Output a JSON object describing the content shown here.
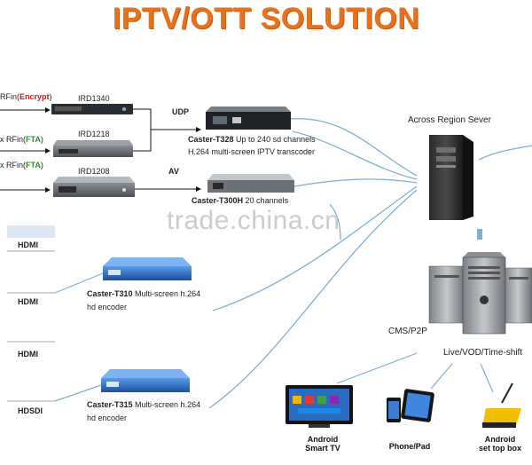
{
  "title": "IPTV/OTT SOLUTION",
  "watermark": "trade.china.cn",
  "inputs": {
    "in1_prefix": "RFin(",
    "in1_tag": "Encrypt",
    "in1_suffix": ")",
    "in2_prefix": "x RFin(",
    "in2_tag": "FTA",
    "in2_suffix": ")",
    "in3_prefix": "x RFin(",
    "in3_tag": "FTA",
    "in3_suffix": ")",
    "hdmi1": "HDMI",
    "hdmi2": "HDMI",
    "hdmi3": "HDMI",
    "hdsdi": "HDSDI"
  },
  "devices": {
    "ird1": "IRD1340",
    "ird2": "IRD1218",
    "ird3": "IRD1208",
    "udp": "UDP",
    "av": "AV",
    "t328_name": "Caster-T328",
    "t328_desc1": "Up to 240 sd channels",
    "t328_desc2": "H.264 multi-screen IPTV transcoder",
    "t300h_name": "Caster-T300H",
    "t300h_desc": "20 channels",
    "t310_name": "Caster-T310",
    "t310_desc1": "Multi-screen h.264",
    "t310_desc2": "hd encoder",
    "t315_name": "Caster-T315",
    "t315_desc1": "Multi-screen h.264",
    "t315_desc2": "hd encoder"
  },
  "servers": {
    "region": "Across Region Sever",
    "cms": "CMS/P2P",
    "live": "Live/VOD/Time-shift"
  },
  "clients": {
    "tv1": "Android",
    "tv2": "Smart TV",
    "phone": "Phone/Pad",
    "stb1": "Android",
    "stb2": "set top box"
  },
  "colors": {
    "title": "#e8721c",
    "encrypt": "#d41616",
    "fta": "#1e9a1e",
    "link": "#7fb0d2",
    "encoder_blue": "#2f6fc9"
  }
}
